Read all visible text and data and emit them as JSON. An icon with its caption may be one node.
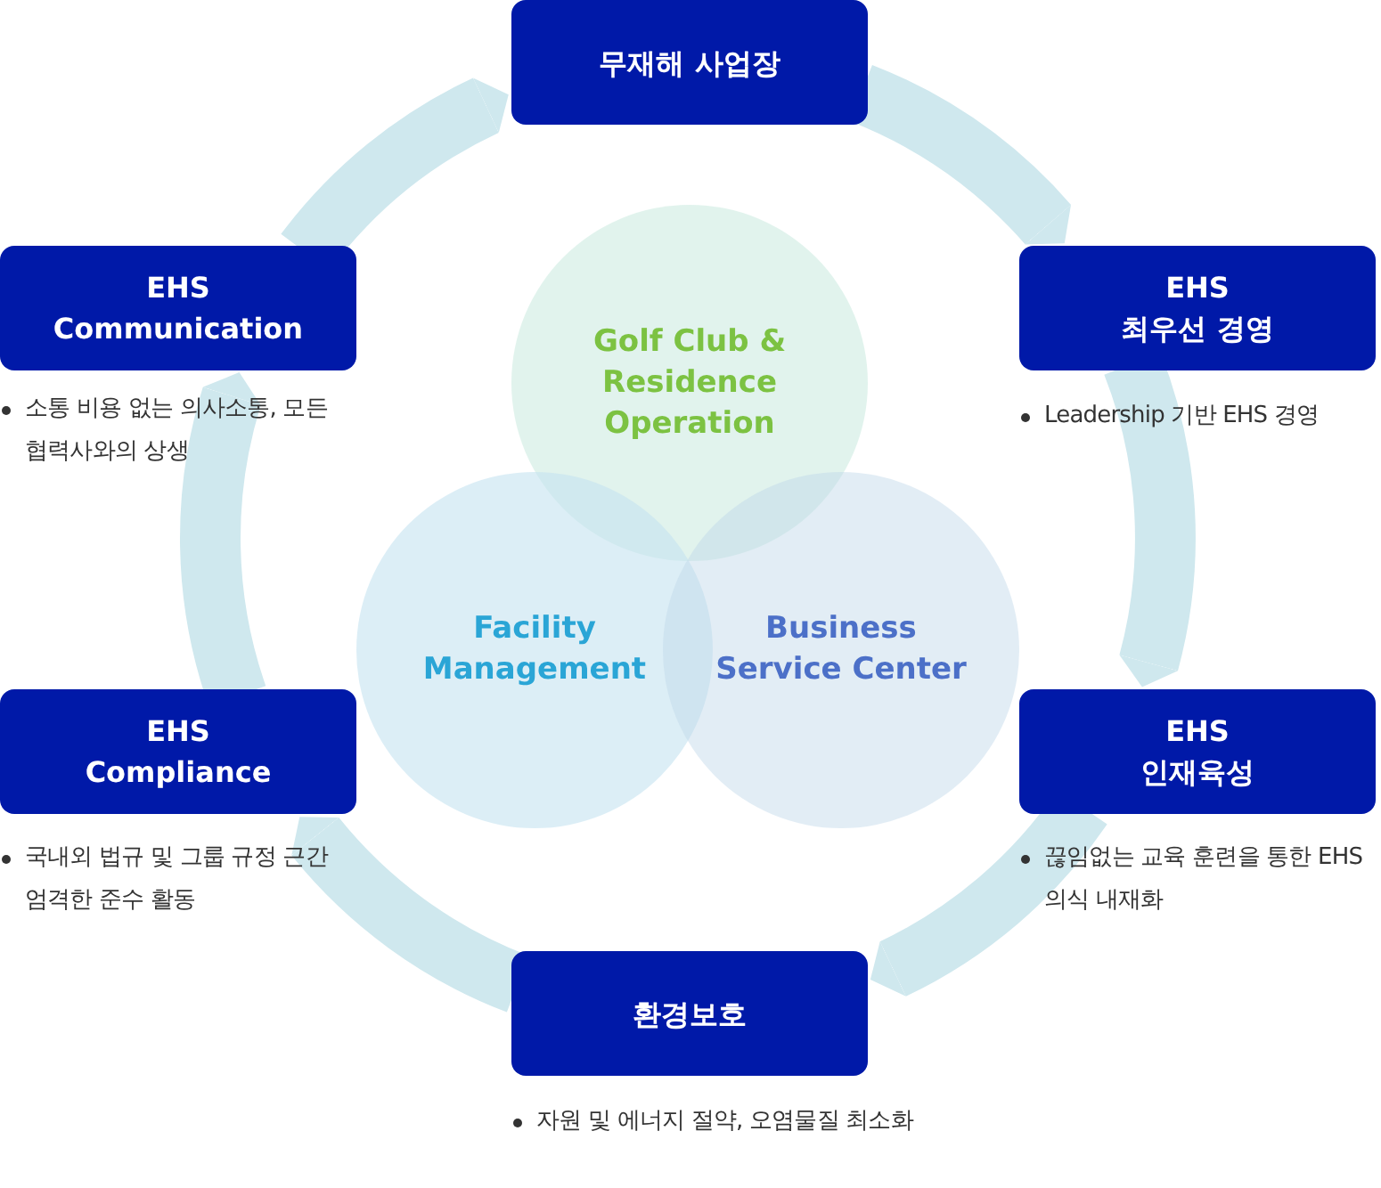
{
  "diagram": {
    "nodes": [
      {
        "text": [
          "무재해 사업장"
        ]
      },
      {
        "text": [
          "EHS 최우선 경영"
        ],
        "beside": [
          "Leadership 기반 EHS 경영"
        ]
      },
      {
        "text": [
          "EHS 인재육성"
        ],
        "beside": [
          "끊임없는 교육 훈련을 통한 EHS 의식 내재화"
        ]
      },
      {
        "text": [
          "환경보호"
        ],
        "beside": [
          "자원 및 에너지 절약, 오염물질 최소화"
        ]
      },
      {
        "text": [
          "EHS Compliance"
        ],
        "beside": [
          "국내외 법규 및 그룹 규정 근간 엄격한 준수 활동"
        ]
      },
      {
        "text": [
          "EHS Communication"
        ],
        "beside": [
          "소통 비용 없는 의사소통, 모든 협력사와의 상생"
        ]
      },
      {
        "text": [
          "Golf Club & Residence Operation"
        ]
      },
      {
        "text": [
          "Facility Management"
        ]
      },
      {
        "text": [
          "Business Service Center"
        ]
      }
    ],
    "edges": [
      {
        "from": 0,
        "to": 1,
        "arrow": "to"
      },
      {
        "from": 1,
        "to": 2,
        "arrow": "to"
      },
      {
        "from": 2,
        "to": 3,
        "arrow": "to"
      },
      {
        "from": 3,
        "to": 4,
        "arrow": "to"
      },
      {
        "from": 4,
        "to": 5,
        "arrow": "to"
      },
      {
        "from": 5,
        "to": 0,
        "arrow": "to"
      }
    ]
  }
}
